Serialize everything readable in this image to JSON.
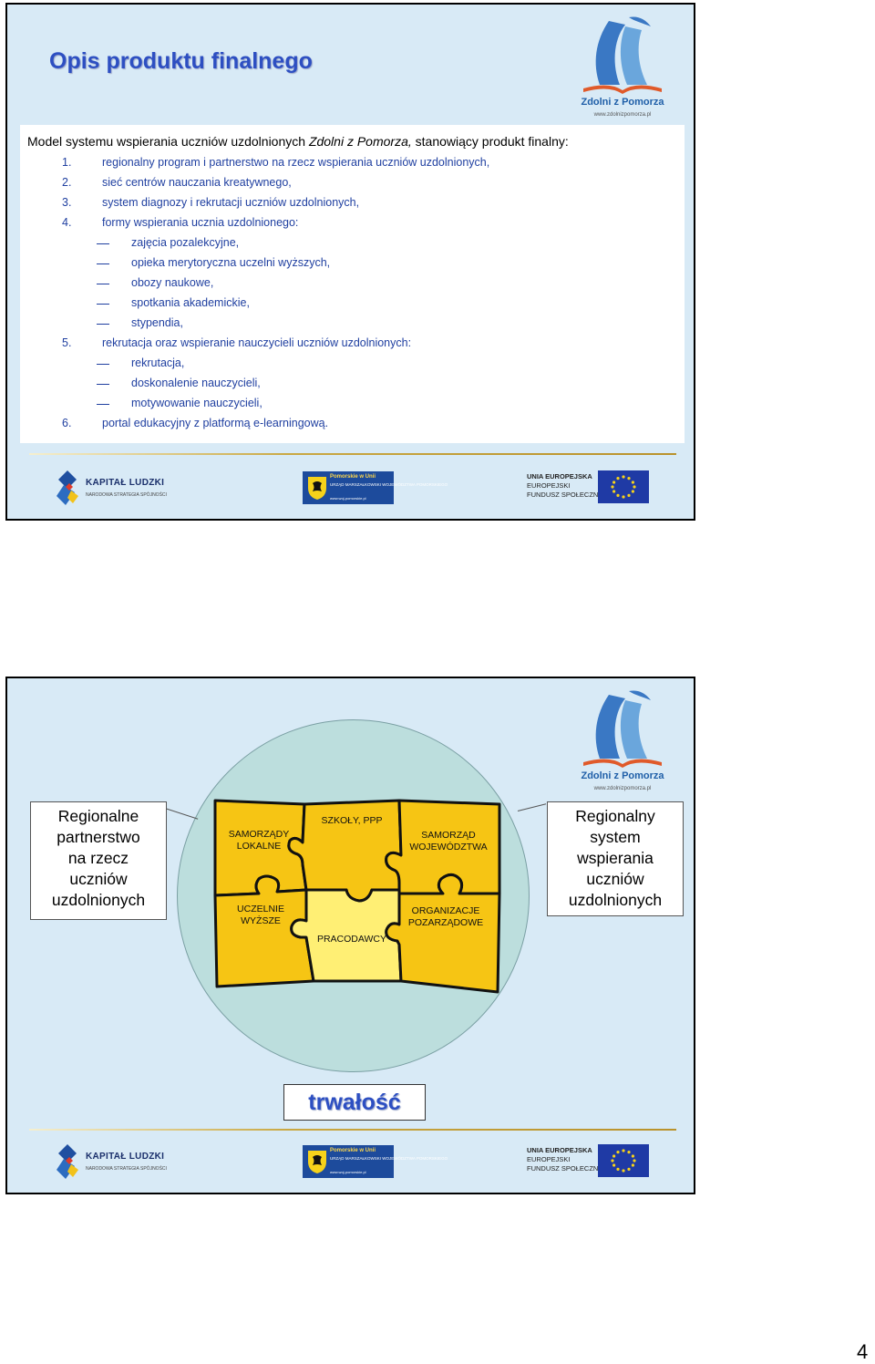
{
  "slide1": {
    "title": "Opis produktu finalnego",
    "intro": {
      "before": "Model systemu wspierania uczniów uzdolnionych ",
      "italic": "Zdolni z Pomorza,",
      "after": " stanowiący produkt finalny:"
    },
    "items": [
      {
        "num": "1.",
        "text": "regionalny program i partnerstwo na rzecz wspierania uczniów uzdolnionych,"
      },
      {
        "num": "2.",
        "text": "sieć centrów nauczania kreatywnego,"
      },
      {
        "num": "3.",
        "text": "system diagnozy i rekrutacji uczniów uzdolnionych,"
      },
      {
        "num": "4.",
        "text": "formy wspierania ucznia uzdolnionego:"
      },
      {
        "num": "5.",
        "text": "rekrutacja oraz wspieranie nauczycieli uczniów uzdolnionych:"
      },
      {
        "num": "6.",
        "text": "portal edukacyjny z platformą e-learningową."
      }
    ],
    "subitems4": [
      "zajęcia pozalekcyjne,",
      "opieka merytoryczna uczelni wyższych,",
      "obozy naukowe,",
      "spotkania akademickie,",
      "stypendia,"
    ],
    "subitems5": [
      "rekrutacja,",
      "doskonalenie nauczycieli,",
      "motywowanie nauczycieli,"
    ]
  },
  "logo": {
    "name": "Zdolni z Pomorza",
    "url": "www.zdolnizpomorza.pl"
  },
  "footer": {
    "kl_title": "KAPITAŁ LUDZKI",
    "kl_sub": "NARODOWA STRATEGIA SPÓJNOŚCI",
    "pom_line1": "Pomorskie w Unii",
    "pom_line2": "URZĄD MARSZAŁKOWSKI WOJEWÓDZTWA POMORSKIEGO",
    "pom_line3": "www.woj-pomorskie.pl",
    "ue_line1": "UNIA EUROPEJSKA",
    "ue_line2": "EUROPEJSKI",
    "ue_line3": "FUNDUSZ SPOŁECZNY"
  },
  "slide2": {
    "left_box": [
      "Regionalne",
      "partnerstwo",
      "na rzecz",
      "uczniów",
      "uzdolnionych"
    ],
    "right_box": [
      "Regionalny",
      "system",
      "wspierania",
      "uczniów",
      "uzdolnionych"
    ],
    "pieces": {
      "samorzady_lokalne": [
        "SAMORZĄDY",
        "LOKALNE"
      ],
      "szkoly": [
        "SZKOŁY, PPP"
      ],
      "samorzad_woj": [
        "SAMORZĄD",
        "WOJEWÓDZTWA"
      ],
      "uczelnie": [
        "UCZELNIE",
        "WYŻSZE"
      ],
      "pracodawcy": [
        "PRACODAWCY"
      ],
      "organizacje": [
        "ORGANIZACJE",
        "POZARZĄDOWE"
      ]
    },
    "bottom_label": "trwałość",
    "colors": {
      "dark_piece": "#f6c514",
      "light_piece": "#ffef74",
      "circle": "#bcdedd"
    }
  },
  "page_number": "4"
}
